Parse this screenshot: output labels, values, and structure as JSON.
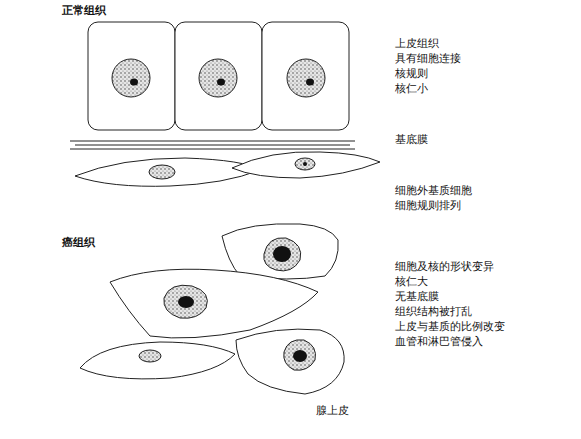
{
  "diagram": {
    "caption": "腺上皮",
    "labels": [
      "正常组织",
      "上皮组织",
      "具有细胞连接",
      "核规则",
      "核仁小",
      "基底膜",
      "细胞外基质细胞",
      "细胞规则排列",
      "癌组织",
      "细胞及核的形状变异",
      "核仁大",
      "无基底膜",
      "组织结构被打乱",
      "上皮与基质的比例改变",
      "血管和淋巴管侵入"
    ]
  }
}
